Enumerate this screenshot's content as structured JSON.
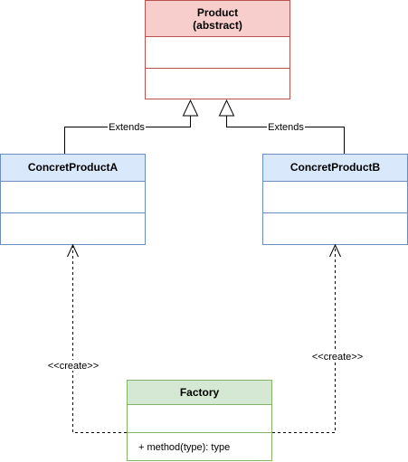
{
  "classes": {
    "product": {
      "title_line1": "Product",
      "title_line2": "(abstract)",
      "header_fill": "#f8cecc",
      "border": "#b85450"
    },
    "concrete_a": {
      "title": "ConcretProductA",
      "header_fill": "#dae8fc",
      "border": "#6c8ebf"
    },
    "concrete_b": {
      "title": "ConcretProductB",
      "header_fill": "#dae8fc",
      "border": "#6c8ebf"
    },
    "factory": {
      "title": "Factory",
      "method": "+ method(type): type",
      "header_fill": "#d5e8d4",
      "border": "#82b366"
    }
  },
  "edges": {
    "extends_left": "Extends",
    "extends_right": "Extends",
    "create_left": "<<create>>",
    "create_right": "<<create>>"
  }
}
